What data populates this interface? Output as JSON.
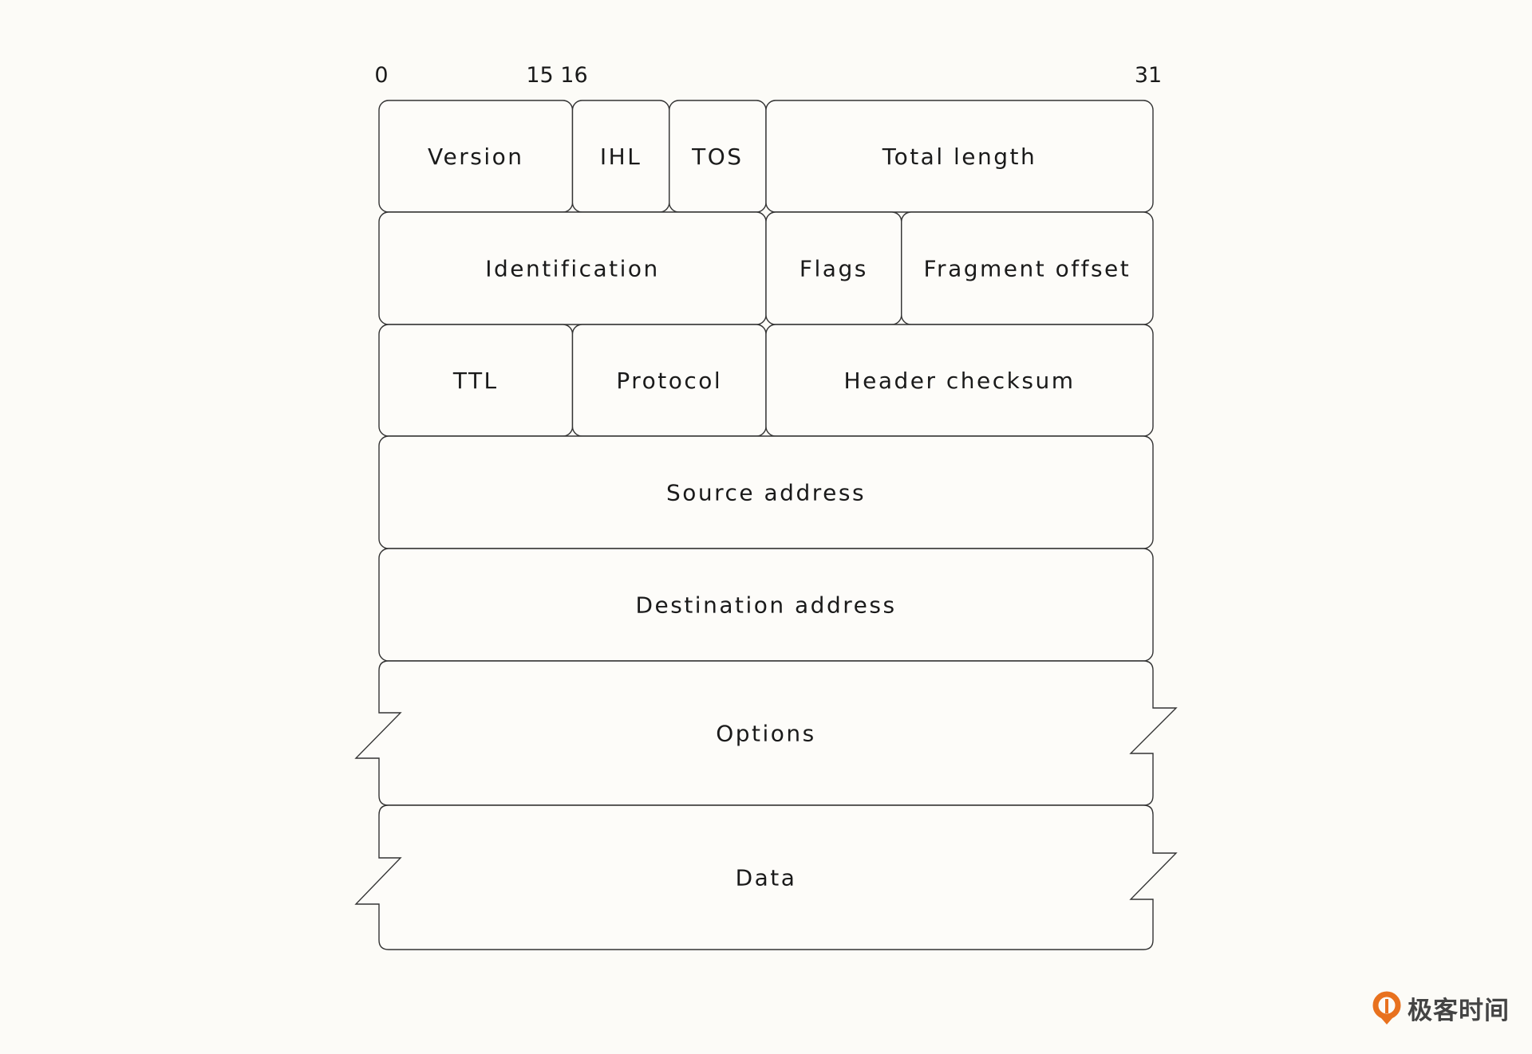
{
  "title": "IPv4 header format",
  "bit_labels": [
    "0",
    "15 16",
    "31"
  ],
  "rows": [
    [
      {
        "label": "Version",
        "bits": 8
      },
      {
        "label": "IHL",
        "bits": 4
      },
      {
        "label": "TOS",
        "bits": 4
      },
      {
        "label": "Total length",
        "bits": 16
      }
    ],
    [
      {
        "label": "Identification",
        "bits": 16
      },
      {
        "label": "Flags",
        "bits": 5.6
      },
      {
        "label": "Fragment offset",
        "bits": 10.4
      }
    ],
    [
      {
        "label": "TTL",
        "bits": 8
      },
      {
        "label": "Protocol",
        "bits": 8
      },
      {
        "label": "Header checksum",
        "bits": 16
      }
    ],
    [
      {
        "label": "Source address",
        "bits": 32
      }
    ],
    [
      {
        "label": "Destination address",
        "bits": 32
      }
    ]
  ],
  "variable_rows": [
    {
      "label": "Options"
    },
    {
      "label": "Data"
    }
  ],
  "logo": {
    "text": "极客时间",
    "accent": "#e8711e"
  }
}
